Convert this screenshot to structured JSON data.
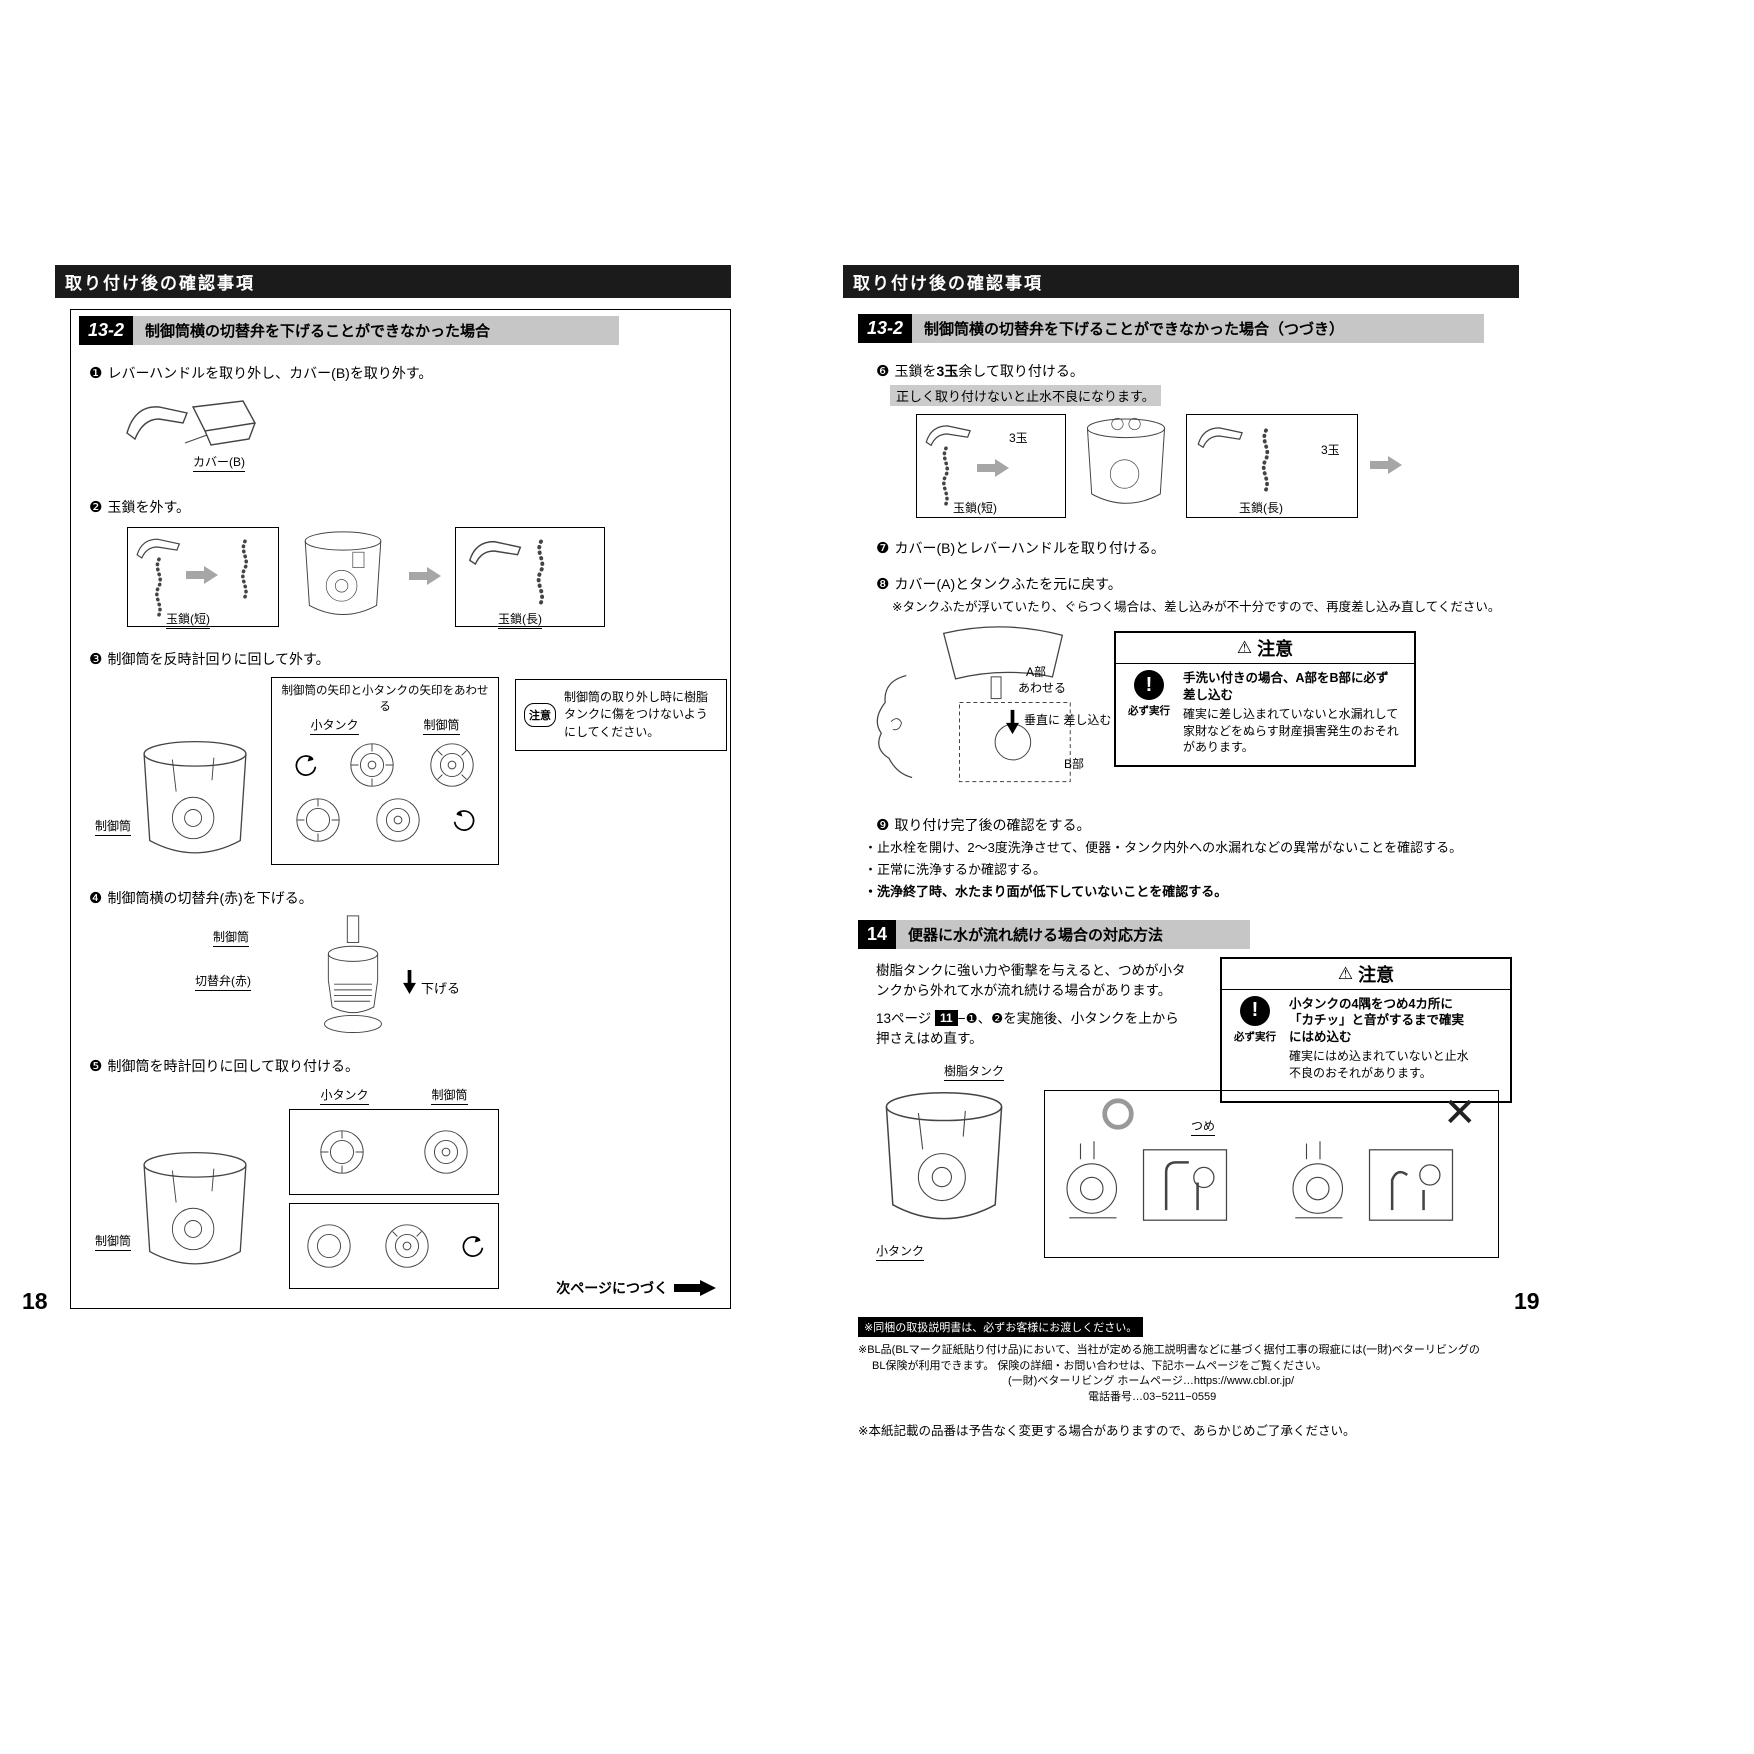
{
  "icons": {
    "warning_triangle": "⚠",
    "exclamation": "!",
    "cross": "✕"
  },
  "left_page": {
    "page_number": "18",
    "header_title": "取り付け後の確認事項",
    "section": {
      "number": "13-2",
      "title": "制御筒横の切替弁を下げることができなかった場合"
    },
    "step1": {
      "marker": "❶",
      "text": "レバーハンドルを取り外し、カバー(B)を取り外す。",
      "label_cover_b": "カバー(B)"
    },
    "step2": {
      "marker": "❷",
      "text": "玉鎖を外す。",
      "label_chain_short": "玉鎖(短)",
      "label_chain_long": "玉鎖(長)"
    },
    "step3": {
      "marker": "❸",
      "text": "制御筒を反時計回りに回して外す。",
      "align_title": "制御筒の矢印と小タンクの矢印をあわせる",
      "label_small_tank": "小タンク",
      "label_control_tube": "制御筒",
      "label_control_tube_tank": "制御筒",
      "caution_badge": "注意",
      "caution_text": "制御筒の取り外し時に樹脂\nタンクに傷をつけないよう\nにしてください。"
    },
    "step4": {
      "marker": "❹",
      "text": "制御筒横の切替弁(赤)を下げる。",
      "label_control_tube": "制御筒",
      "label_valve": "切替弁(赤)",
      "label_down": "下げる"
    },
    "step5": {
      "marker": "❺",
      "text": "制御筒を時計回りに回して取り付ける。",
      "label_small_tank": "小タンク",
      "label_control_tube": "制御筒",
      "label_control_tube_tank": "制御筒"
    },
    "continue_note": "次ページにつづく"
  },
  "right_page": {
    "page_number": "19",
    "header_title": "取り付け後の確認事項",
    "section": {
      "number": "13-2",
      "title": "制御筒横の切替弁を下げることができなかった場合（つづき）"
    },
    "step6": {
      "marker": "❻",
      "text_pre": "玉鎖を",
      "text_bold": "3玉",
      "text_post": "余して取り付ける。",
      "warning_line": "正しく取り付けないと止水不良になります。",
      "label_3balls_left": "3玉",
      "label_chain_short": "玉鎖(短)",
      "label_3balls_right": "3玉",
      "label_chain_long": "玉鎖(長)"
    },
    "step7": {
      "marker": "❼",
      "text": "カバー(B)とレバーハンドルを取り付ける。"
    },
    "step8": {
      "marker": "❽",
      "text": "カバー(A)とタンクふたを元に戻す。",
      "note": "※タンクふたが浮いていたり、ぐらつく場合は、差し込みが不十分ですので、再度差し込み直してください。",
      "label_part_a": "A部",
      "label_align": "あわせる",
      "label_vertical": "垂直に\n差し込む",
      "label_part_b": "B部",
      "caution": {
        "title": "注意",
        "mandatory_label": "必ず実行",
        "headline": "手洗い付きの場合、A部をB部に必ず\n差し込む",
        "body": "確実に差し込まれていないと水漏れして\n家財などをぬらす財産損害発生のおそれ\nがあります。"
      }
    },
    "step9": {
      "marker": "❾",
      "text": "取り付け完了後の確認をする。",
      "bullet1": "・止水栓を開け、2〜3度洗浄させて、便器・タンク内外への水漏れなどの異常がないことを確認する。",
      "bullet2": "・正常に洗浄するか確認する。",
      "bullet3": "・洗浄終了時、水たまり面が低下していないことを確認する。"
    },
    "section14": {
      "number": "14",
      "title": "便器に水が流れ続ける場合の対応方法",
      "para1": "樹脂タンクに強い力や衝撃を与えると、つめが小タ\nンクから外れて水が流れ続ける場合があります。",
      "para2_pre": "13ページ ",
      "para2_ref": "11",
      "para2_post": "−❶、❷を実施後、小タンクを上から\n押さえはめ直す。",
      "caution": {
        "title": "注意",
        "mandatory_label": "必ず実行",
        "headline": "小タンクの4隅をつめ4カ所に\n「カチッ」と音がするまで確実\nにはめ込む",
        "body": "確実にはめ込まれていないと止水\n不良のおそれがあります。"
      },
      "label_resin_tank": "樹脂タンク",
      "label_small_tank": "小タンク",
      "label_claw": "つめ"
    },
    "footer": {
      "handover_notice": "※同梱の取扱説明書は、必ずお客様にお渡しください。",
      "bl_line1": "※BL品(BLマーク証紙貼り付け品)において、当社が定める施工説明書などに基づく据付工事の瑕疵には(一財)ベターリビングの",
      "bl_line2": "BL保険が利用できます。 保険の詳細・お問い合わせは、下記ホームページをご覧ください。",
      "bl_homepage": "(一財)ベターリビング ホームページ…https://www.cbl.or.jp/",
      "bl_phone": "電話番号…03−5211−0559",
      "final_note": "※本紙記載の品番は予告なく変更する場合がありますので、あらかじめご了承ください。"
    }
  }
}
